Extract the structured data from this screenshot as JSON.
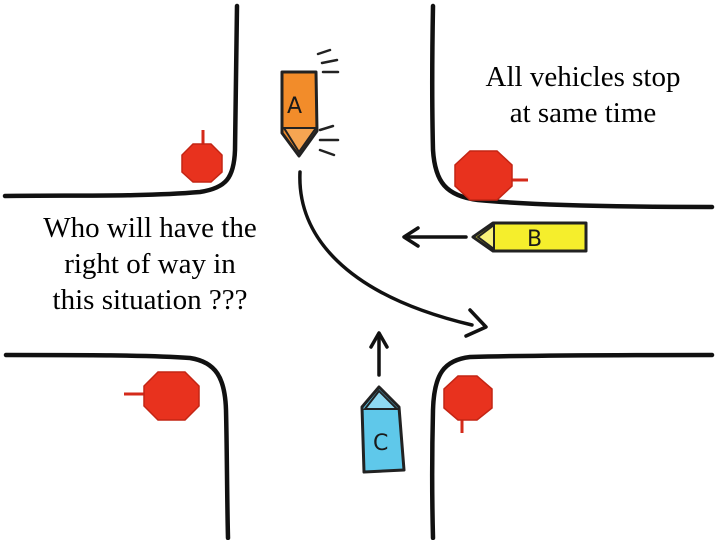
{
  "captions": {
    "top_right": "All vehicles stop\nat same time",
    "left": "Who will have the\nright of way in\nthis situation ???"
  },
  "vehicles": {
    "a": {
      "label": "A",
      "color": "#f28c2a"
    },
    "b": {
      "label": "B",
      "color": "#f5ee2c"
    },
    "c": {
      "label": "C",
      "color": "#5fc8ea"
    }
  },
  "colors": {
    "stop_sign": "#e8321e",
    "stop_post": "#d42a1a",
    "road_edge": "#111111",
    "arrow": "#111111"
  },
  "icons": [
    "stop-sign-icon",
    "arrow-icon",
    "motion-lines-icon"
  ]
}
